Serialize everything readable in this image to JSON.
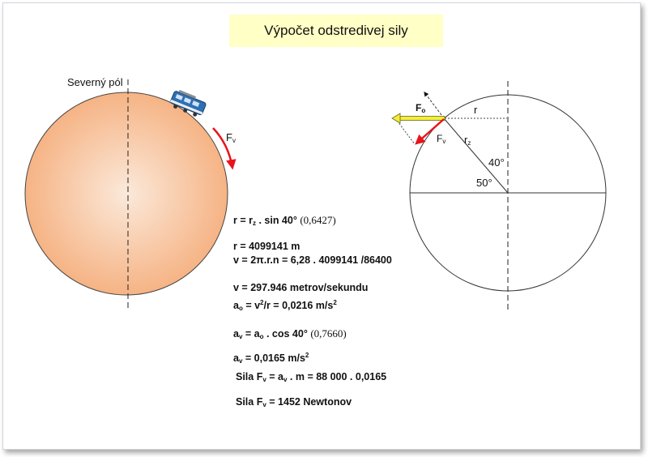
{
  "title": "Výpočet odstredivej sily",
  "left_diagram": {
    "north_pole_label": "Severný pól",
    "force_label": "F",
    "force_sub": "v"
  },
  "right_diagram": {
    "fo_label": "F",
    "fo_sub": "o",
    "fv_label": "F",
    "fv_sub": "v",
    "r_label": "r",
    "rz_label": "r",
    "rz_sub": "z",
    "angle_40": "40°",
    "angle_50": "50°"
  },
  "equations": {
    "eq1_a": "r = r",
    "eq1_sub": "z",
    "eq1_b": " . sin 40°",
    "eq1_val": "(0,6427)",
    "eq2": "r = 4099141 m",
    "eq3": "v = 2π.r.n = 6,28 . 4099141 /86400",
    "eq4": "v = 297.946 metrov/sekundu",
    "eq5_a": "a",
    "eq5_sub": "o",
    "eq5_b": " = v",
    "eq5_sup": "2",
    "eq5_c": "/r = 0,0216 m/s",
    "eq5_sup2": "2",
    "eq6_a": "a",
    "eq6_sub": "v",
    "eq6_b": " = a",
    "eq6_sub2": "o",
    "eq6_c": " . cos 40°",
    "eq6_val": "(0,7660)",
    "eq7_a": "a",
    "eq7_sub": "v",
    "eq7_b": " = 0,0165 m/s",
    "eq7_sup": "2",
    "eq8_a": "Sila F",
    "eq8_sub": "v",
    "eq8_b": " = a",
    "eq8_sub2": "v",
    "eq8_c": " . m = 88 000 . 0,0165",
    "eq9_a": "Sila F",
    "eq9_sub": "v",
    "eq9_b": " = 1452 Newtonov"
  },
  "colors": {
    "globe_center": "#fbe9da",
    "globe_edge": "#f5ae7c",
    "arrow_red": "#e8141b",
    "arrow_yellow": "#f2ee3a",
    "title_bg": "#ffffc6",
    "train_blue": "#2f6fb3"
  }
}
